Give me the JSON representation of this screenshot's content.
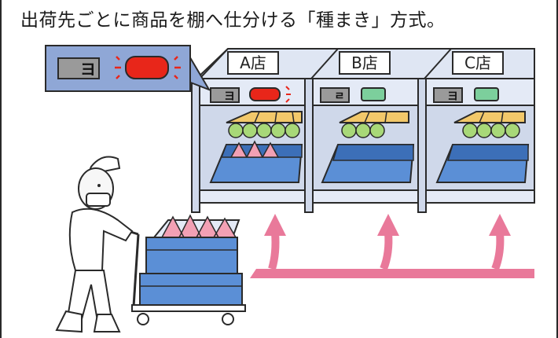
{
  "caption": "出荷先ごとに商品を棚へ仕分ける「種まき」方式。",
  "bubble": {
    "count": "ヨ",
    "lamp_color": "#e8261a"
  },
  "stores": [
    {
      "label": "A店",
      "display_count": "ヨ",
      "lamp_color": "#e8261a",
      "lamp_state": "on"
    },
    {
      "label": "B店",
      "display_count": "ㄹ",
      "lamp_color": "#7ccf9c",
      "lamp_state": "off"
    },
    {
      "label": "C店",
      "display_count": "ヨ",
      "lamp_color": "#7ccf9c",
      "lamp_state": "off"
    }
  ],
  "colors": {
    "shelf_frame": "#cfd8ea",
    "bin_blue": "#5b8fd6",
    "arrow_pink": "#e9799a",
    "bubble_bg": "#8fa7d6",
    "produce_yellow": "#f2c86a",
    "produce_green": "#a8d878",
    "produce_pink": "#f2a0b4"
  }
}
